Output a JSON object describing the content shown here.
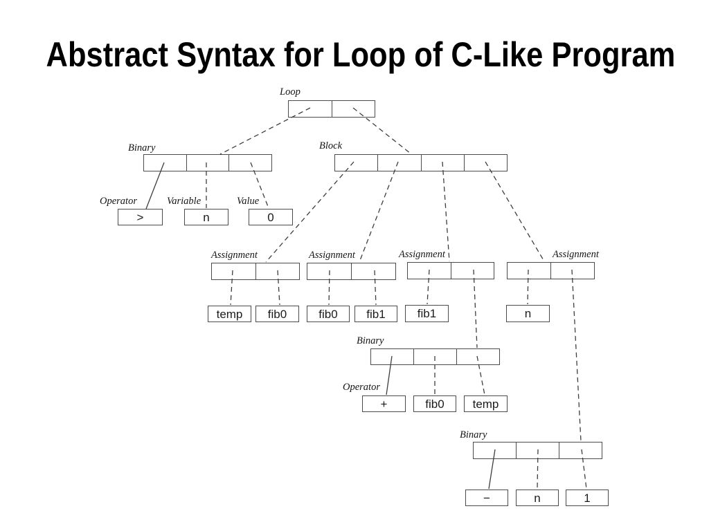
{
  "title": "Abstract Syntax for Loop of C-Like Program",
  "labels": {
    "loop": "Loop",
    "binary_condition": "Binary",
    "block": "Block",
    "operator_condition": "Operator",
    "variable": "Variable",
    "value": "Value",
    "assignment_1": "Assignment",
    "assignment_2": "Assignment",
    "assignment_3": "Assignment",
    "assignment_4": "Assignment",
    "binary_sum": "Binary",
    "operator_sum": "Operator",
    "binary_difference": "Binary"
  },
  "leaves": {
    "condition_op": ">",
    "condition_var": "n",
    "condition_value": "0",
    "assign1_target": "temp",
    "assign1_value": "fib0",
    "assign2_target": "fib0",
    "assign2_value": "fib1",
    "assign3_target": "fib1",
    "assign4_target": "n",
    "sum_op": "+",
    "sum_left": "fib0",
    "sum_right": "temp",
    "diff_op": "−",
    "diff_left": "n",
    "diff_right": "1"
  }
}
